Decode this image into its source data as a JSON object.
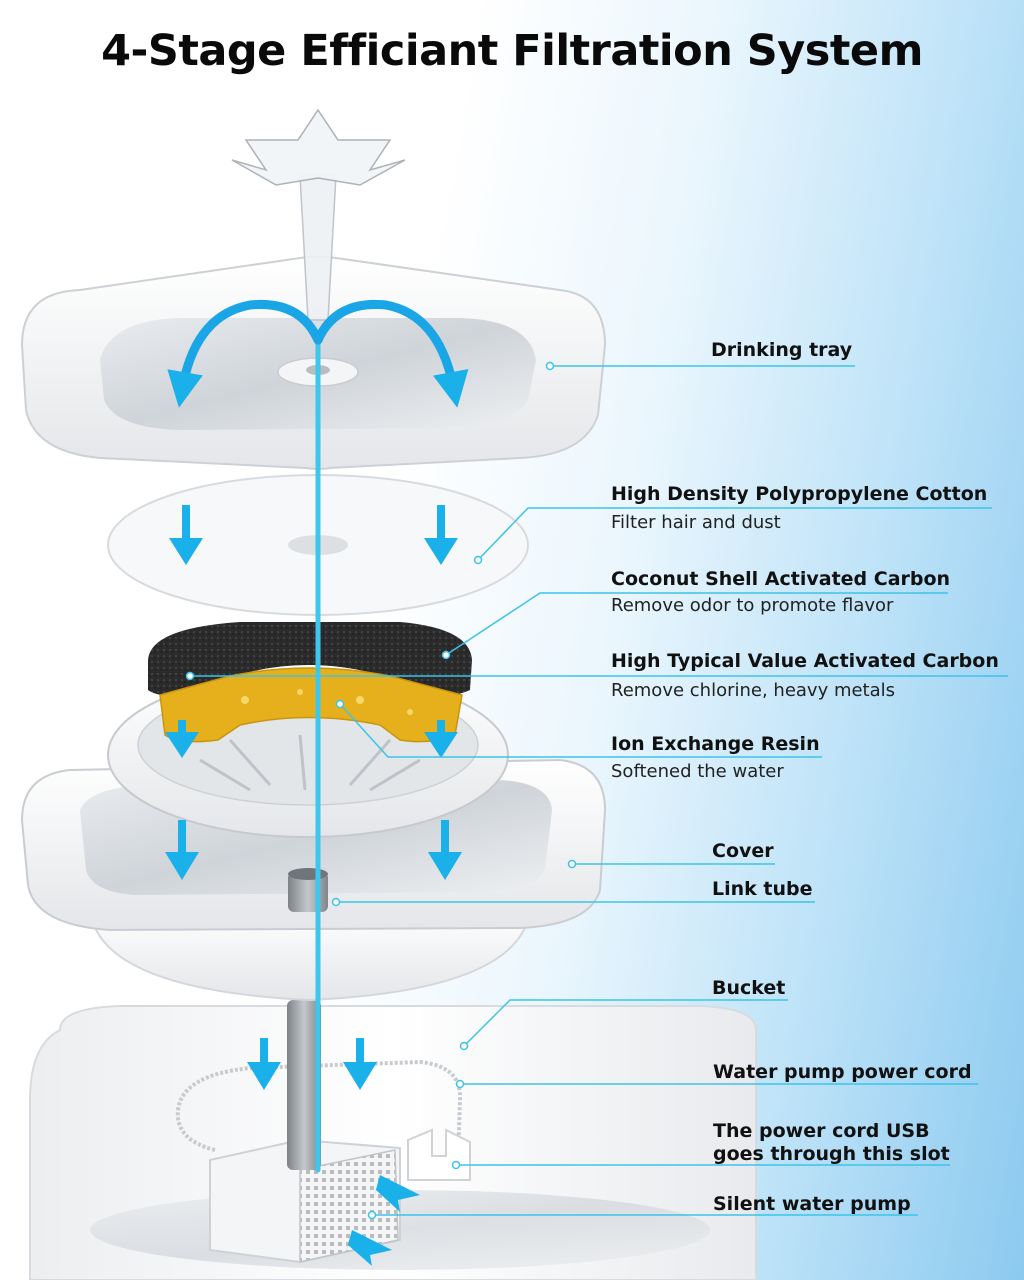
{
  "title": "4-Stage Efficiant Filtration System",
  "colors": {
    "accent": "#1aa6e6",
    "leader_line": "#3cc4e8",
    "arrow": "#1ab0ea",
    "carbon_black": "#2a2a2a",
    "resin_yellow": "#e8b21a"
  },
  "labels": {
    "drinking_tray": "Drinking tray",
    "pp_cotton": "High Density Polypropylene Cotton",
    "pp_cotton_sub": "Filter hair and dust",
    "coconut_carbon": "Coconut Shell Activated Carbon",
    "coconut_carbon_sub": "Remove odor to promote flavor",
    "typical_carbon": "High Typical Value Activated Carbon",
    "typical_carbon_sub": "Remove chlorine, heavy metals",
    "ion_resin": "Ion Exchange Resin",
    "ion_resin_sub": "Softened the water",
    "cover": "Cover",
    "link_tube": "Link tube",
    "bucket": "Bucket",
    "power_cord": "Water pump power cord",
    "usb_line1": "The power cord USB",
    "usb_line2": "goes through this slot",
    "pump": "Silent water pump"
  }
}
